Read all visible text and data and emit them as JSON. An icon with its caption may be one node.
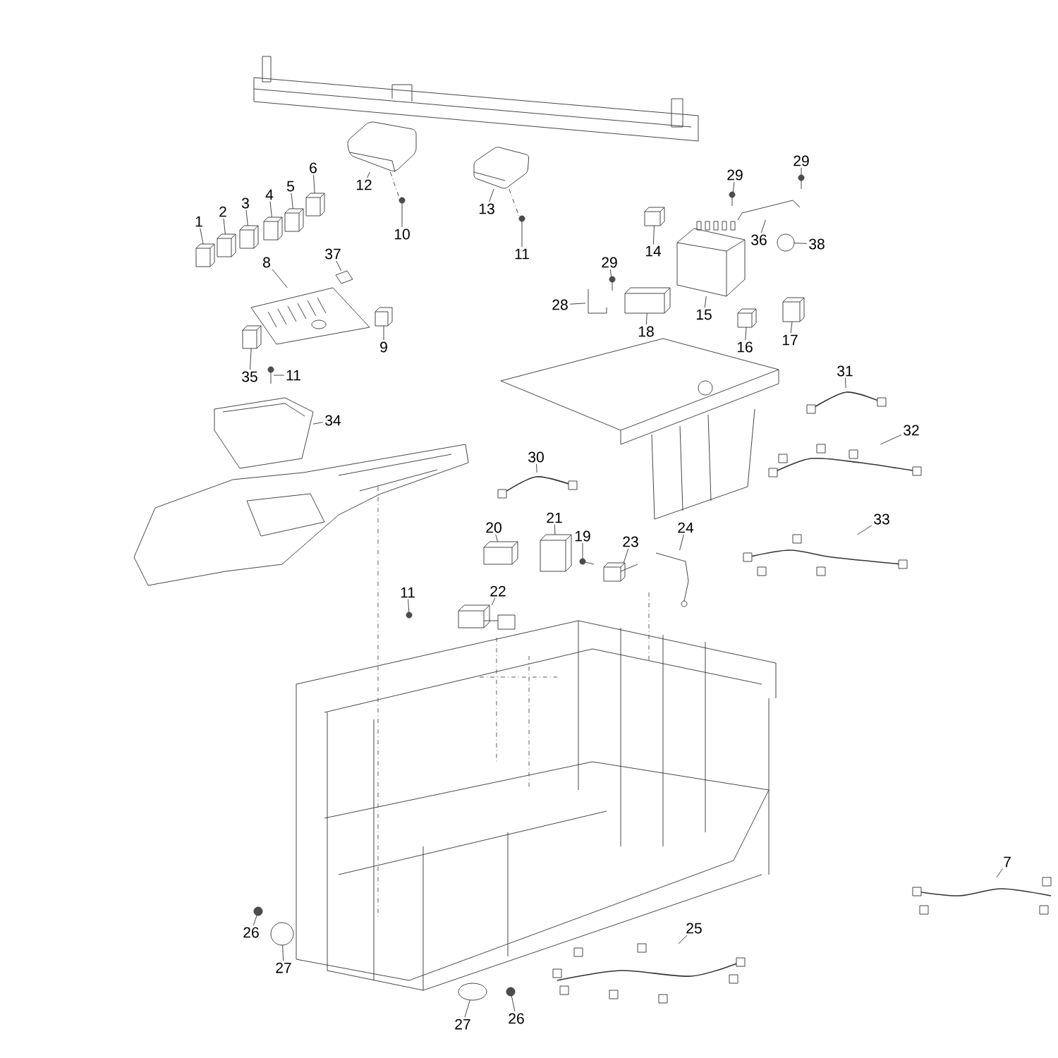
{
  "diagram": {
    "nodes": [
      {
        "text": [
          "1"
        ]
      },
      {
        "text": [
          "2"
        ]
      },
      {
        "text": [
          "3"
        ]
      },
      {
        "text": [
          "4"
        ]
      },
      {
        "text": [
          "5"
        ]
      },
      {
        "text": [
          "6"
        ]
      },
      {
        "text": [
          "12"
        ]
      },
      {
        "text": [
          "10"
        ]
      },
      {
        "text": [
          "13"
        ]
      },
      {
        "text": [
          "11"
        ]
      },
      {
        "text": [
          "8"
        ]
      },
      {
        "text": [
          "37"
        ]
      },
      {
        "text": [
          "9"
        ]
      },
      {
        "text": [
          "35"
        ]
      },
      {
        "text": [
          "11"
        ]
      },
      {
        "text": [
          "34"
        ]
      },
      {
        "text": [
          "29"
        ]
      },
      {
        "text": [
          "36"
        ]
      },
      {
        "text": [
          "29"
        ]
      },
      {
        "text": [
          "14"
        ]
      },
      {
        "text": [
          "38"
        ]
      },
      {
        "text": [
          "15"
        ]
      },
      {
        "text": [
          "29"
        ]
      },
      {
        "text": [
          "28"
        ]
      },
      {
        "text": [
          "18"
        ]
      },
      {
        "text": [
          "17"
        ]
      },
      {
        "text": [
          "16"
        ]
      },
      {
        "text": [
          "31"
        ]
      },
      {
        "text": [
          "32"
        ]
      },
      {
        "text": [
          "30"
        ]
      },
      {
        "text": [
          "20"
        ]
      },
      {
        "text": [
          "21"
        ]
      },
      {
        "text": [
          "19"
        ]
      },
      {
        "text": [
          "23"
        ]
      },
      {
        "text": [
          "24"
        ]
      },
      {
        "text": [
          "33"
        ]
      },
      {
        "text": [
          "11"
        ]
      },
      {
        "text": [
          "22"
        ]
      },
      {
        "text": [
          "7"
        ]
      },
      {
        "text": [
          "26"
        ]
      },
      {
        "text": [
          "27"
        ]
      },
      {
        "text": [
          "25"
        ]
      },
      {
        "text": [
          "27"
        ]
      },
      {
        "text": [
          "26"
        ]
      },
      {
        "text": [],
        "shape": "box"
      },
      {
        "text": [],
        "shape": "box"
      },
      {
        "text": [],
        "shape": "box"
      },
      {
        "text": [],
        "shape": "box"
      },
      {
        "text": [],
        "shape": "box"
      },
      {
        "text": [],
        "shape": "box"
      },
      {
        "text": [],
        "shape": "picture"
      },
      {
        "text": [],
        "shape": "picture"
      },
      {
        "text": [],
        "shape": "picture"
      },
      {
        "text": [],
        "shape": "picture"
      },
      {
        "text": [],
        "shape": "picture"
      },
      {
        "text": [],
        "shape": "picture"
      },
      {
        "text": [],
        "shape": "picture"
      },
      {
        "text": [],
        "shape": "box"
      },
      {
        "text": [],
        "shape": "picture"
      },
      {
        "text": [],
        "shape": "picture"
      },
      {
        "text": [],
        "shape": "picture"
      },
      {
        "text": [],
        "shape": "picture"
      },
      {
        "text": [],
        "shape": "picture"
      },
      {
        "text": [],
        "shape": "box"
      },
      {
        "text": [],
        "shape": "circle"
      },
      {
        "text": [],
        "shape": "picture"
      },
      {
        "text": [],
        "shape": "picture"
      },
      {
        "text": [],
        "shape": "picture"
      },
      {
        "text": [],
        "shape": "box"
      },
      {
        "text": [],
        "shape": "box"
      },
      {
        "text": [],
        "shape": "box"
      },
      {
        "text": [],
        "shape": "picture"
      },
      {
        "text": [],
        "shape": "picture"
      },
      {
        "text": [],
        "shape": "picture"
      },
      {
        "text": [],
        "shape": "box"
      },
      {
        "text": [],
        "shape": "box"
      },
      {
        "text": [],
        "shape": "picture"
      },
      {
        "text": [],
        "shape": "picture"
      },
      {
        "text": [],
        "shape": "picture"
      },
      {
        "text": [],
        "shape": "picture"
      },
      {
        "text": [],
        "shape": "circle"
      },
      {
        "text": [],
        "shape": "picture"
      },
      {
        "text": [],
        "shape": "picture"
      },
      {
        "text": [],
        "shape": "circle"
      },
      {
        "text": [],
        "shape": "circle"
      },
      {
        "text": [],
        "shape": "picture"
      },
      {
        "text": [],
        "shape": "circle"
      },
      {
        "text": [],
        "shape": "circle"
      }
    ],
    "edges": [
      {
        "from": 0,
        "to": 44,
        "arrow": "none"
      },
      {
        "from": 1,
        "to": 45,
        "arrow": "none"
      },
      {
        "from": 2,
        "to": 46,
        "arrow": "none"
      },
      {
        "from": 3,
        "to": 47,
        "arrow": "none"
      },
      {
        "from": 4,
        "to": 48,
        "arrow": "none"
      },
      {
        "from": 5,
        "to": 49,
        "arrow": "none"
      },
      {
        "from": 6,
        "to": 50,
        "arrow": "none"
      },
      {
        "from": 7,
        "to": 51,
        "arrow": "none"
      },
      {
        "from": 8,
        "to": 52,
        "arrow": "none"
      },
      {
        "from": 9,
        "to": 53,
        "arrow": "none"
      },
      {
        "from": 10,
        "to": 54,
        "arrow": "none"
      },
      {
        "from": 11,
        "to": 55,
        "arrow": "none"
      },
      {
        "from": 12,
        "to": 56,
        "arrow": "none"
      },
      {
        "from": 13,
        "to": 57,
        "arrow": "none"
      },
      {
        "from": 14,
        "to": 58,
        "arrow": "none"
      },
      {
        "from": 15,
        "to": 59,
        "arrow": "none"
      },
      {
        "from": 16,
        "to": 60,
        "arrow": "none"
      },
      {
        "from": 17,
        "to": 61,
        "arrow": "none"
      },
      {
        "from": 18,
        "to": 62,
        "arrow": "none"
      },
      {
        "from": 19,
        "to": 63,
        "arrow": "none"
      },
      {
        "from": 20,
        "to": 64,
        "arrow": "none"
      },
      {
        "from": 21,
        "to": 65,
        "arrow": "none"
      },
      {
        "from": 22,
        "to": 66,
        "arrow": "none"
      },
      {
        "from": 23,
        "to": 67,
        "arrow": "none"
      },
      {
        "from": 24,
        "to": 68,
        "arrow": "none"
      },
      {
        "from": 25,
        "to": 69,
        "arrow": "none"
      },
      {
        "from": 26,
        "to": 70,
        "arrow": "none"
      },
      {
        "from": 27,
        "to": 71,
        "arrow": "none"
      },
      {
        "from": 28,
        "to": 72,
        "arrow": "none"
      },
      {
        "from": 29,
        "to": 73,
        "arrow": "none"
      },
      {
        "from": 30,
        "to": 74,
        "arrow": "none"
      },
      {
        "from": 31,
        "to": 75,
        "arrow": "none"
      },
      {
        "from": 32,
        "to": 76,
        "arrow": "none"
      },
      {
        "from": 33,
        "to": 77,
        "arrow": "none"
      },
      {
        "from": 34,
        "to": 78,
        "arrow": "none"
      },
      {
        "from": 35,
        "to": 79,
        "arrow": "none"
      },
      {
        "from": 36,
        "to": 80,
        "arrow": "none"
      },
      {
        "from": 37,
        "to": 81,
        "arrow": "none"
      },
      {
        "from": 38,
        "to": 82,
        "arrow": "none"
      },
      {
        "from": 39,
        "to": 83,
        "arrow": "none"
      },
      {
        "from": 40,
        "to": 84,
        "arrow": "none"
      },
      {
        "from": 41,
        "to": 85,
        "arrow": "none"
      },
      {
        "from": 42,
        "to": 86,
        "arrow": "none"
      },
      {
        "from": 43,
        "to": 87,
        "arrow": "none"
      },
      {
        "from": 50,
        "to": 51,
        "arrow": "none",
        "style": "dashed"
      },
      {
        "from": 52,
        "to": 53,
        "arrow": "none",
        "style": "dashed"
      }
    ]
  }
}
